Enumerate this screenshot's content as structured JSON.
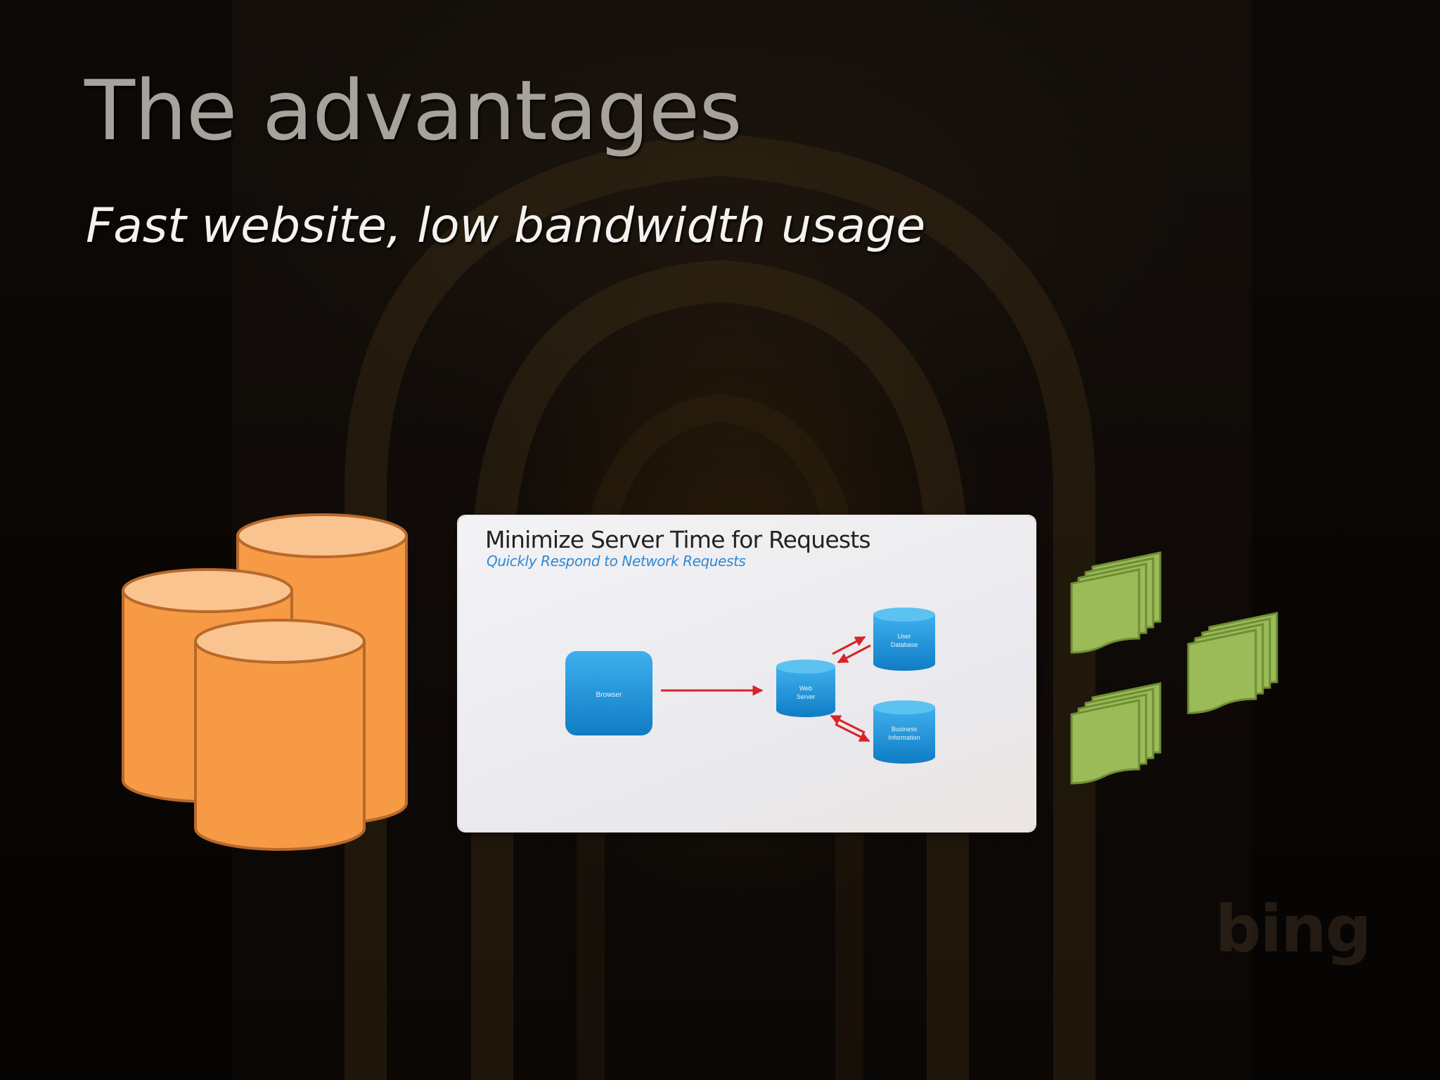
{
  "slide": {
    "title": "The advantages",
    "subtitle": "Fast website, low bandwidth usage"
  },
  "embedded_screenshot": {
    "title": "Minimize Server Time for Requests",
    "subtitle": "Quickly Respond to Network Requests",
    "nodes": {
      "browser": "Browser",
      "web_server_line1": "Web",
      "web_server_line2": "Server",
      "user_db_line1": "User",
      "user_db_line2": "Database",
      "business_line1": "Business",
      "business_line2": "Information"
    }
  },
  "watermark": "bing",
  "colors": {
    "cylinder_fill": "#f79a45",
    "cylinder_top": "#f9c48f",
    "cylinder_stroke": "#b8692a",
    "page_fill": "#9bbb59",
    "page_stroke": "#6e8e35",
    "node_blue": "#1a8fd6",
    "arrow_red": "#d9222a"
  }
}
